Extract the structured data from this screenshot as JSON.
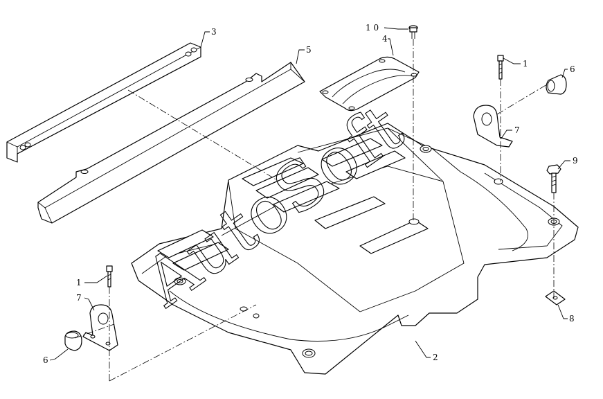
{
  "watermark": "AutoSoft",
  "callouts": {
    "c1a": "1",
    "c1b": "1",
    "c2": "2",
    "c3": "3",
    "c4": "4",
    "c5": "5",
    "c6a": "6",
    "c6b": "6",
    "c7a": "7",
    "c7b": "7",
    "c8": "8",
    "c9": "9",
    "c10": "1 0"
  }
}
